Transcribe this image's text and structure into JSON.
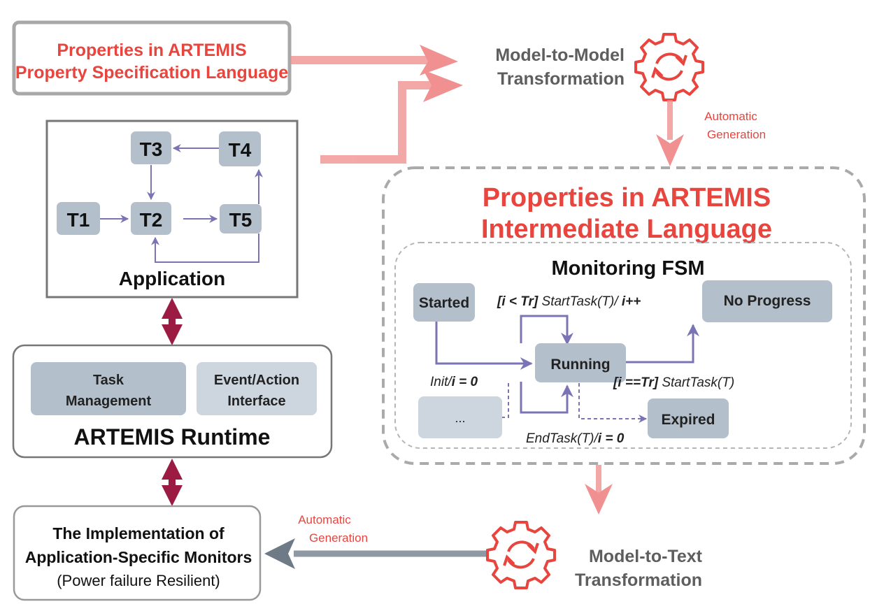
{
  "title": "ARTEMIS monitoring framework overview",
  "colors": {
    "accent_red": "#e8453e",
    "arrow_pink": "#f08c8c",
    "fsm_edge": "#7b74b4",
    "node_fill": "#b3c0cc",
    "runtime_arrow": "#9b1b42",
    "output_arrow": "#8e99a3"
  },
  "psl_box": {
    "line1": "Properties in ARTEMIS",
    "line2": "Property Specification Language"
  },
  "m2m": {
    "line1": "Model-to-Model",
    "line2": "Transformation",
    "icon": "gear-sync-icon"
  },
  "auto_gen_top": {
    "line1": "Automatic",
    "line2": "Generation"
  },
  "application": {
    "label": "Application",
    "tasks": [
      "T1",
      "T2",
      "T3",
      "T4",
      "T5"
    ],
    "edges": [
      [
        "T1",
        "T2"
      ],
      [
        "T2",
        "T5"
      ],
      [
        "T5",
        "T4"
      ],
      [
        "T4",
        "T3"
      ],
      [
        "T3",
        "T2"
      ],
      [
        "T5",
        "T2"
      ]
    ]
  },
  "runtime": {
    "title": "ARTEMIS Runtime",
    "task_mgmt": {
      "line1": "Task",
      "line2": "Management"
    },
    "event_iface": {
      "line1": "Event/Action",
      "line2": "Interface"
    }
  },
  "monitors": {
    "line1": "The Implementation of",
    "line2": "Application-Specific Monitors",
    "line3": "(Power failure Resilient)"
  },
  "intermediate": {
    "line1": "Properties in ARTEMIS",
    "line2": "Intermediate Language"
  },
  "fsm": {
    "title": "Monitoring FSM",
    "states": {
      "started": "Started",
      "running": "Running",
      "no_progress": "No Progress",
      "expired": "Expired",
      "other": "..."
    },
    "labels": {
      "self_top_guard": "[i < Tr]",
      "self_top_action": " StartTask(T)/ ",
      "self_top_inc": "i++",
      "init_a": "Init/",
      "init_b": "i = 0",
      "np_guard": "[i ==Tr]",
      "np_action": " StartTask(T)",
      "end_a": "EndTask(T)/",
      "end_b": "i = 0"
    }
  },
  "auto_gen_bottom": {
    "line1": "Automatic",
    "line2": "Generation"
  },
  "m2t": {
    "line1": "Model-to-Text",
    "line2": "Transformation",
    "icon": "gear-sync-icon"
  }
}
